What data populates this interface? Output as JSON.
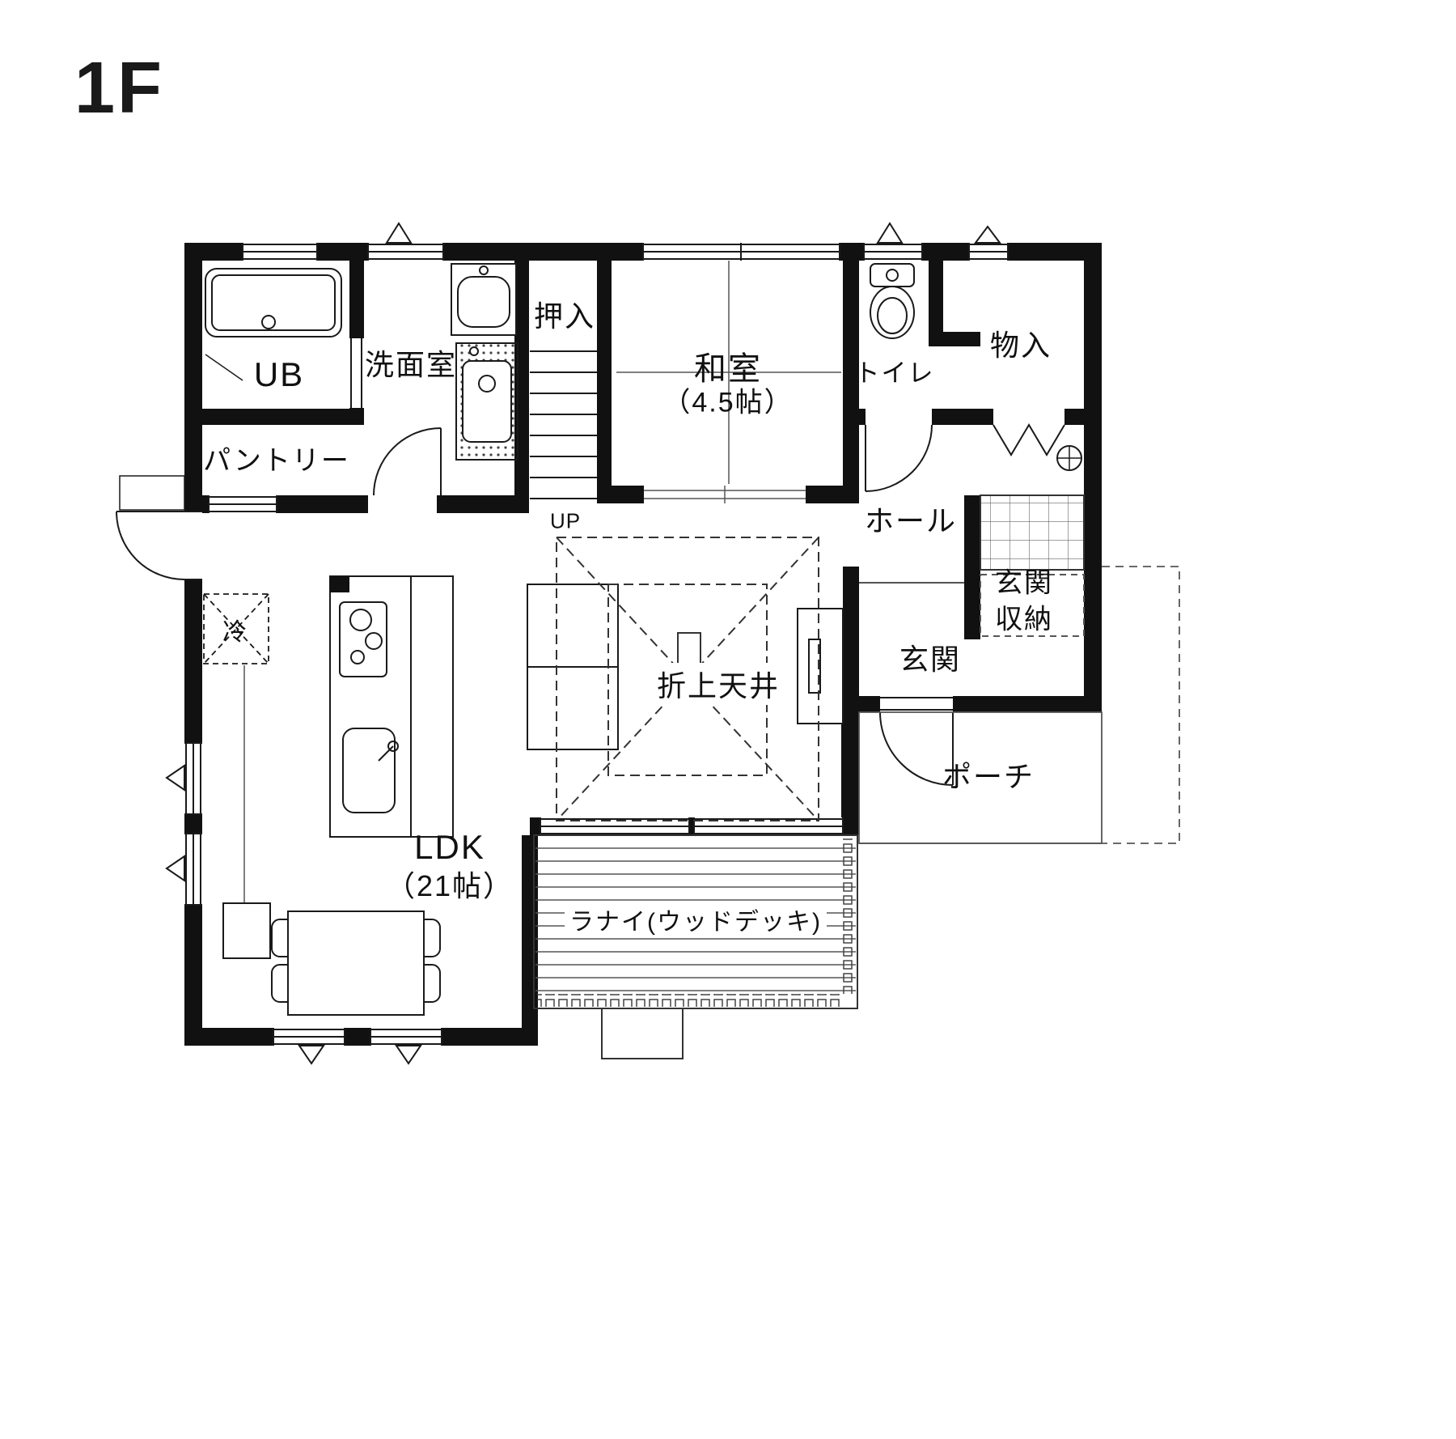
{
  "floor_label": "1F",
  "rooms": {
    "ub": "UB",
    "washroom": "洗面室",
    "closet": "押入",
    "japanese_room": "和室",
    "japanese_room_size": "（4.5帖）",
    "toilet": "トイレ",
    "storage": "物入",
    "pantry": "パントリー",
    "hall": "ホール",
    "entrance_storage_line1": "玄関",
    "entrance_storage_line2": "収納",
    "entrance": "玄関",
    "coffered_ceiling": "折上天井",
    "porch": "ポーチ",
    "ldk": "LDK",
    "ldk_size": "（21帖）",
    "deck": "ラナイ(ウッドデッキ)",
    "stairs_up": "UP",
    "refrigerator": "冷"
  }
}
